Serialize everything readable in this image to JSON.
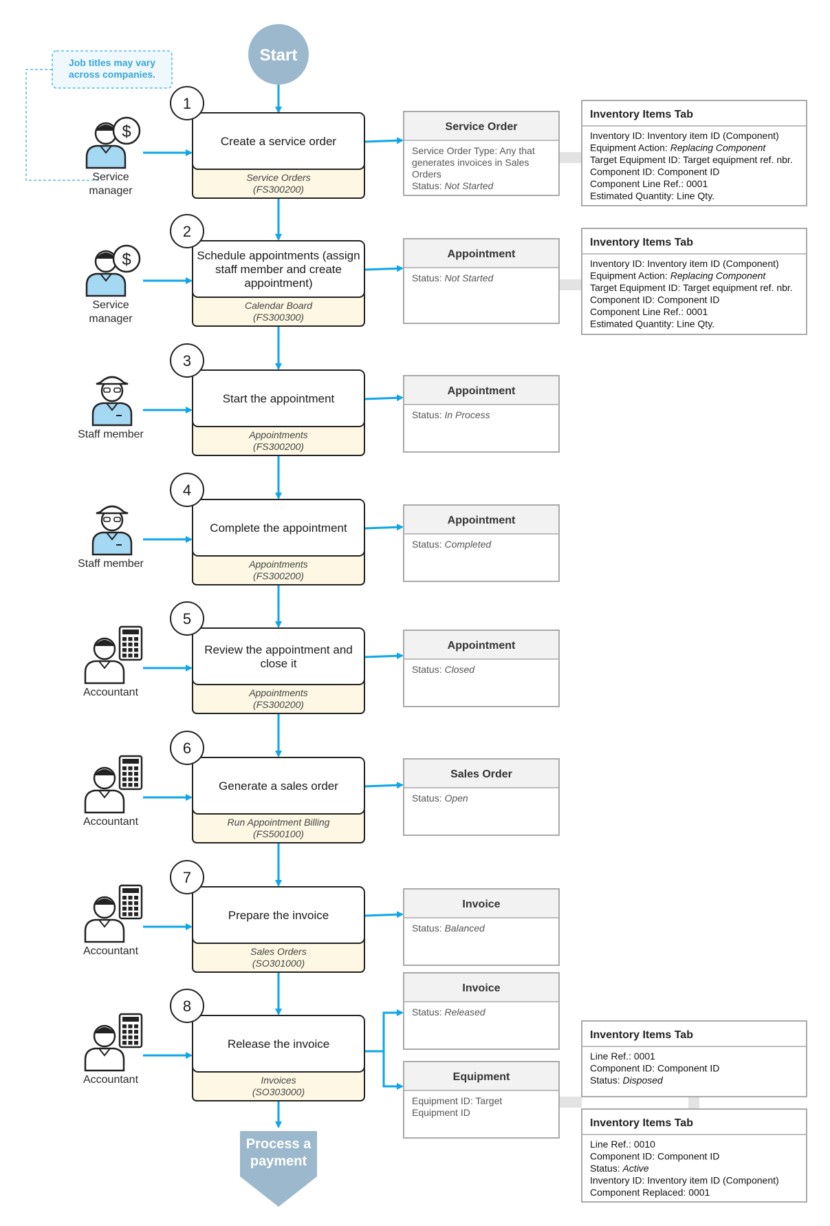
{
  "start_label": "Start",
  "end_label": [
    "Process a",
    "payment"
  ],
  "note": [
    "Job titles may vary",
    "across companies."
  ],
  "colors": {
    "flow_arrow": "#0ea5e9",
    "terminal": "#9bb8cc",
    "form_strip": "#fdf7e3",
    "role_icon_fill": "#a5d8f3",
    "note_border": "#5bb8e0"
  },
  "steps": [
    {
      "num": "1",
      "title": [
        "Create a service order"
      ],
      "form": [
        "Service Orders",
        "(FS300200)"
      ],
      "role": [
        "Service",
        "manager"
      ],
      "role_icon": "service-manager-icon"
    },
    {
      "num": "2",
      "title": [
        "Schedule appointments (assign",
        "staff member and create",
        "appointment)"
      ],
      "form": [
        "Calendar Board",
        "(FS300300)"
      ],
      "role": [
        "Service",
        "manager"
      ],
      "role_icon": "service-manager-icon"
    },
    {
      "num": "3",
      "title": [
        "Start the appointment"
      ],
      "form": [
        "Appointments",
        "(FS300200)"
      ],
      "role": [
        "Staff member"
      ],
      "role_icon": "staff-member-icon"
    },
    {
      "num": "4",
      "title": [
        "Complete the appointment"
      ],
      "form": [
        "Appointments",
        "(FS300200)"
      ],
      "role": [
        "Staff member"
      ],
      "role_icon": "staff-member-icon"
    },
    {
      "num": "5",
      "title": [
        "Review the appointment and",
        "close it"
      ],
      "form": [
        "Appointments",
        "(FS300200)"
      ],
      "role": [
        "Accountant"
      ],
      "role_icon": "accountant-icon"
    },
    {
      "num": "6",
      "title": [
        "Generate a sales order"
      ],
      "form": [
        "Run Appointment Billing",
        "(FS500100)"
      ],
      "role": [
        "Accountant"
      ],
      "role_icon": "accountant-icon"
    },
    {
      "num": "7",
      "title": [
        "Prepare the invoice"
      ],
      "form": [
        "Sales Orders",
        "(SO301000)"
      ],
      "role": [
        "Accountant"
      ],
      "role_icon": "accountant-icon"
    },
    {
      "num": "8",
      "title": [
        "Release the invoice"
      ],
      "form": [
        "Invoices",
        "(SO303000)"
      ],
      "role": [
        "Accountant"
      ],
      "role_icon": "accountant-icon"
    }
  ],
  "entities": [
    {
      "title": "Service Order",
      "lines": [
        [
          {
            "t": "Service Order Type: Any that"
          }
        ],
        [
          {
            "t": "generates invoices in Sales"
          }
        ],
        [
          {
            "t": "Orders"
          }
        ],
        [
          {
            "t": "Status: "
          },
          {
            "t": "Not Started",
            "i": true
          }
        ]
      ]
    },
    {
      "title": "Appointment",
      "lines": [
        [
          {
            "t": "Status: "
          },
          {
            "t": "Not Started",
            "i": true
          }
        ]
      ]
    },
    {
      "title": "Appointment",
      "lines": [
        [
          {
            "t": "Status: "
          },
          {
            "t": "In Process",
            "i": true
          }
        ]
      ]
    },
    {
      "title": "Appointment",
      "lines": [
        [
          {
            "t": "Status: "
          },
          {
            "t": "Completed",
            "i": true
          }
        ]
      ]
    },
    {
      "title": "Appointment",
      "lines": [
        [
          {
            "t": "Status: "
          },
          {
            "t": "Closed",
            "i": true
          }
        ]
      ]
    },
    {
      "title": "Sales Order",
      "lines": [
        [
          {
            "t": "Status: "
          },
          {
            "t": "Open",
            "i": true
          }
        ]
      ]
    },
    {
      "title": "Invoice",
      "lines": [
        [
          {
            "t": "Status: "
          },
          {
            "t": "Balanced",
            "i": true
          }
        ]
      ]
    },
    {
      "title": "Invoice",
      "lines": [
        [
          {
            "t": "Status: "
          },
          {
            "t": "Released",
            "i": true
          }
        ]
      ]
    },
    {
      "title": "Equipment",
      "lines": [
        [
          {
            "t": "Equipment ID: Target"
          }
        ],
        [
          {
            "t": "Equipment ID"
          }
        ]
      ]
    }
  ],
  "inventory_tabs": [
    {
      "title": "Inventory Items Tab",
      "lines": [
        [
          {
            "t": "Inventory ID: Inventory item ID (Component)"
          }
        ],
        [
          {
            "t": "Equipment Action: "
          },
          {
            "t": "Replacing Component",
            "i": true
          }
        ],
        [
          {
            "t": "Target Equipment ID: Target equipment ref. nbr."
          }
        ],
        [
          {
            "t": "Component ID: Component ID"
          }
        ],
        [
          {
            "t": "Component Line Ref.: 0001"
          }
        ],
        [
          {
            "t": "Estimated Quantity: Line Qty."
          }
        ]
      ]
    },
    {
      "title": "Inventory Items Tab",
      "lines": [
        [
          {
            "t": "Inventory ID: Inventory item ID (Component)"
          }
        ],
        [
          {
            "t": "Equipment Action: "
          },
          {
            "t": "Replacing Component",
            "i": true
          }
        ],
        [
          {
            "t": "Target Equipment ID: Target equipment ref. nbr."
          }
        ],
        [
          {
            "t": "Component ID: Component ID"
          }
        ],
        [
          {
            "t": "Component Line Ref.: 0001"
          }
        ],
        [
          {
            "t": "Estimated Quantity: Line Qty."
          }
        ]
      ]
    },
    {
      "title": "Inventory Items Tab",
      "lines": [
        [
          {
            "t": "Line Ref.: 0001"
          }
        ],
        [
          {
            "t": "Component ID: Component ID"
          }
        ],
        [
          {
            "t": "Status: "
          },
          {
            "t": "Disposed",
            "i": true
          }
        ]
      ]
    },
    {
      "title": "Inventory Items Tab",
      "lines": [
        [
          {
            "t": "Line Ref.: 0010"
          }
        ],
        [
          {
            "t": "Component ID: Component ID"
          }
        ],
        [
          {
            "t": "Status: "
          },
          {
            "t": "Active",
            "i": true
          }
        ],
        [
          {
            "t": "Inventory ID: Inventory item ID (Component)"
          }
        ],
        [
          {
            "t": "Component Replaced: 0001"
          }
        ]
      ]
    }
  ]
}
